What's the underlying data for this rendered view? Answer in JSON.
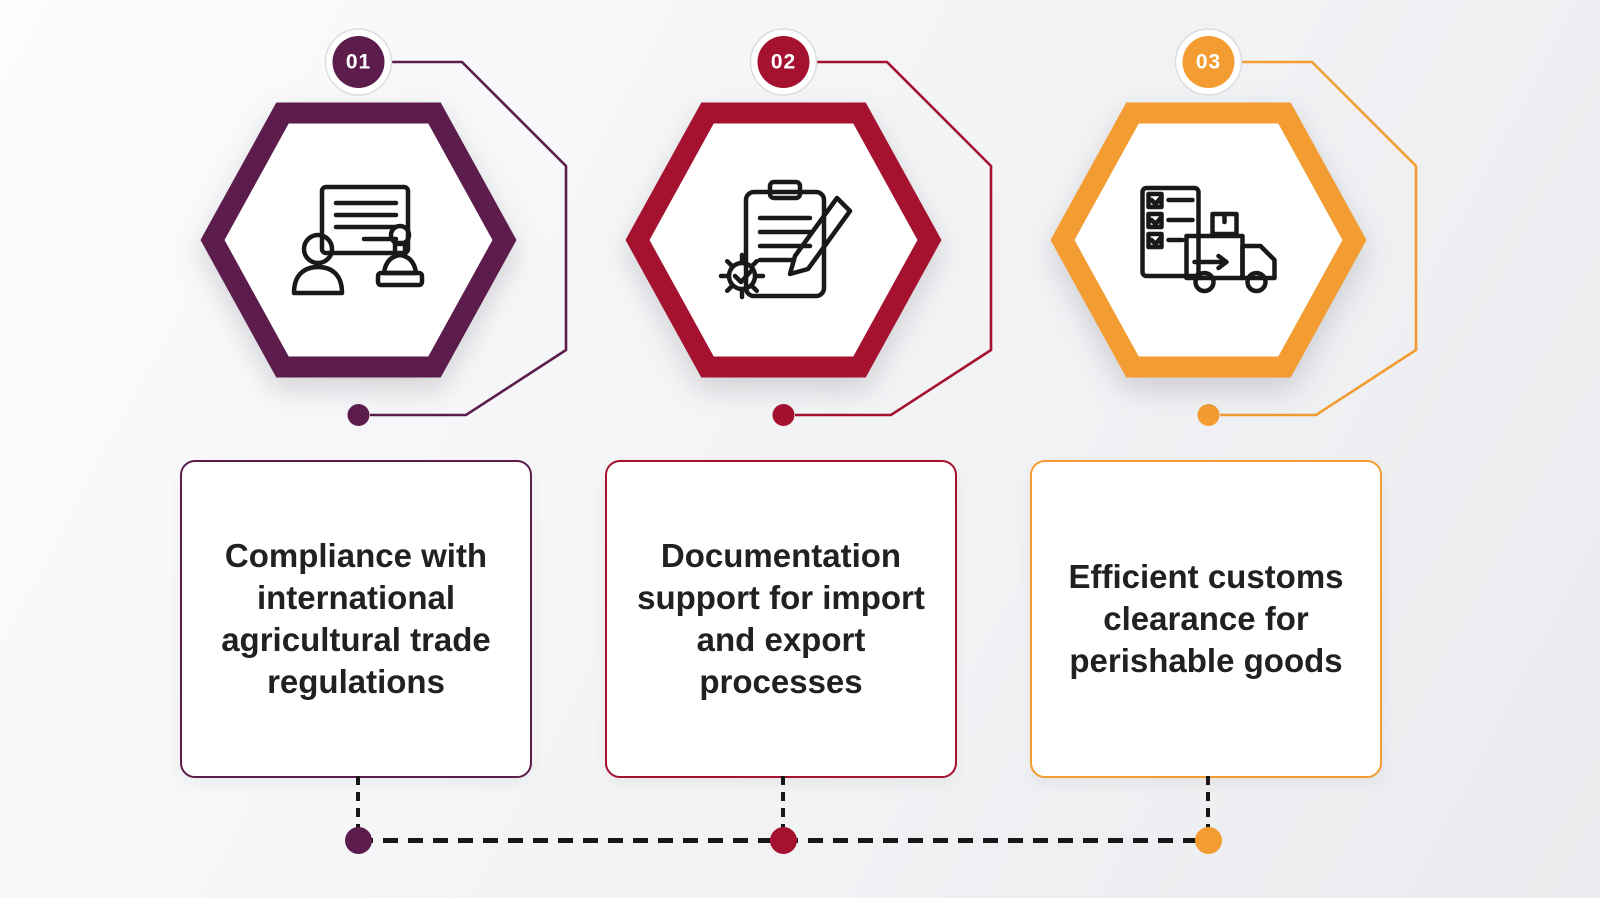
{
  "background": {
    "from": "#fbfcfd",
    "to": "#e9ebee"
  },
  "timeline": {
    "line_color": "#171717"
  },
  "steps": [
    {
      "number": "01",
      "color": "#5c1d4c",
      "icon": "consultation-stamp-icon",
      "text": "Compliance with international agricultural trade regulations"
    },
    {
      "number": "02",
      "color": "#a41230",
      "icon": "clipboard-gear-pencil-icon",
      "text": "Documentation support for import and export processes"
    },
    {
      "number": "03",
      "color": "#f39c32",
      "icon": "checklist-delivery-truck-icon",
      "text": "Efficient customs clearance for perishable goods"
    }
  ]
}
